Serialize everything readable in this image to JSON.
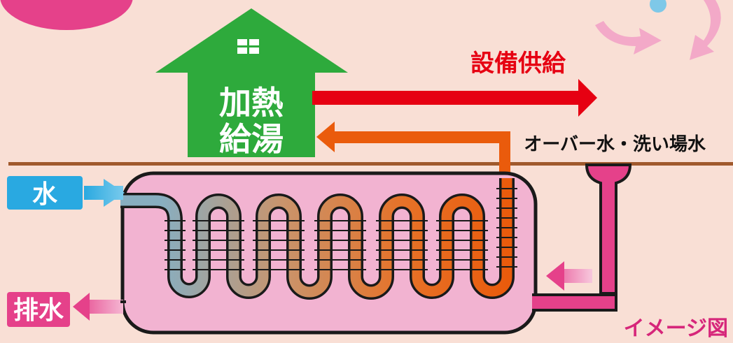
{
  "house": {
    "line1": "加熱",
    "line2": "給湯"
  },
  "labels": {
    "supply": "設備供給",
    "overflow": "オーバー水・洗い場水",
    "water_in": "水",
    "drain": "排水",
    "caption": "イメージ図"
  },
  "colors": {
    "background": "#f9dfd5",
    "house_green": "#2eaa3c",
    "supply_red": "#e60012",
    "hot_orange": "#ea5b0c",
    "cold_blue": "#29a9e1",
    "drain_pink": "#e5418a",
    "tank_pink": "#f2b3d1",
    "ground_line": "#a0592c",
    "caption_magenta": "#d6267a"
  }
}
